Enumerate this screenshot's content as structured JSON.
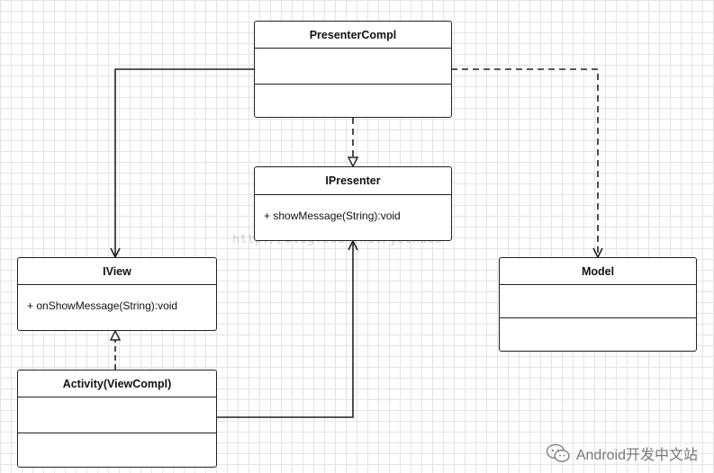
{
  "classes": {
    "presenter_compl": {
      "name": "PresenterCompl"
    },
    "ipresenter": {
      "name": "IPresenter",
      "method": "+ showMessage(String):void"
    },
    "iview": {
      "name": "IView",
      "method": "+ onShowMessage(String):void"
    },
    "model": {
      "name": "Model"
    },
    "activity": {
      "name": "Activity(ViewCompl)"
    }
  },
  "watermark": "http://blog.csdn.net/yechaoa",
  "footer": {
    "brand": "Android开发中文站",
    "icon": "wechat-icon"
  },
  "colors": {
    "line": "#222222",
    "grid": "#e4e4e4"
  }
}
